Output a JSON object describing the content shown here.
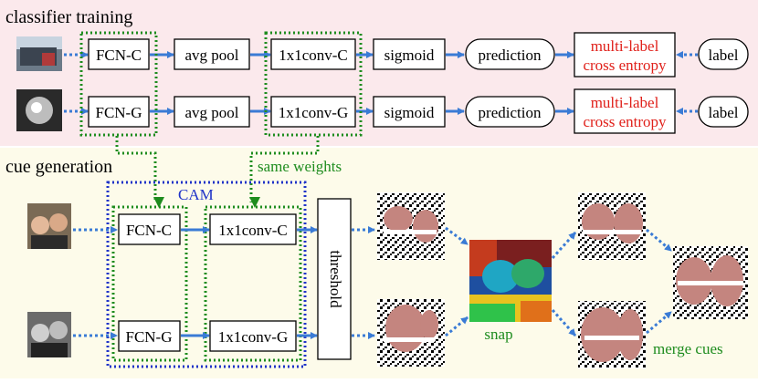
{
  "sections": {
    "training_title": "classifier training",
    "cue_title": "cue generation"
  },
  "training": {
    "row_c": {
      "fcn": "FCN-C",
      "pool": "avg pool",
      "conv": "1x1conv-C",
      "sigmoid": "sigmoid",
      "prediction": "prediction",
      "loss_line1": "multi-label",
      "loss_line2": "cross entropy",
      "label": "label"
    },
    "row_g": {
      "fcn": "FCN-G",
      "pool": "avg pool",
      "conv": "1x1conv-G",
      "sigmoid": "sigmoid",
      "prediction": "prediction",
      "loss_line1": "multi-label",
      "loss_line2": "cross entropy",
      "label": "label"
    }
  },
  "shared": {
    "same_weights": "same weights",
    "cam": "CAM"
  },
  "cue": {
    "fcn_c": "FCN-C",
    "conv_c": "1x1conv-C",
    "fcn_g": "FCN-G",
    "conv_g": "1x1conv-G",
    "threshold": "threshold",
    "snap": "snap",
    "merge": "merge cues"
  },
  "colors": {
    "training_bg": "#fbe9ec",
    "cue_bg": "#fdfbea",
    "arrow_blue": "#3a7bd5",
    "green": "#1e8c1e",
    "cam_blue": "#1f33c8",
    "loss_red": "#e0201a",
    "mask_fill": "#c4857f"
  },
  "icons": [
    "camera-photo-icon",
    "camera-gray-photo-icon",
    "person-color-photo-icon",
    "person-gray-photo-icon"
  ]
}
